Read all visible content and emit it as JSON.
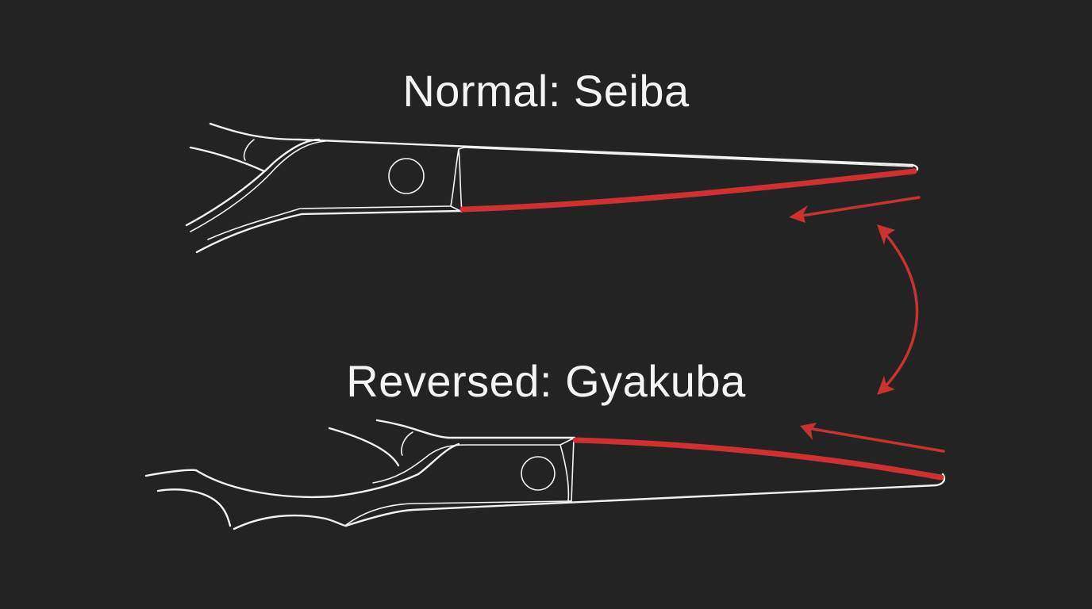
{
  "diagram": {
    "title_normal": "Normal: Seiba",
    "title_reversed": "Reversed: Gyakuba",
    "colors": {
      "background": "#232323",
      "outline": "#f2f2f2",
      "cutting_edge": "#d0302f",
      "arrow": "#c93230",
      "text": "#f4f4f4"
    },
    "elements": [
      {
        "id": "normal-scissor-blade",
        "label": "Normal: Seiba",
        "edge_position": "bottom",
        "arrow_direction": "left"
      },
      {
        "id": "reversed-scissor-blade",
        "label": "Reversed: Gyakuba",
        "edge_position": "top",
        "arrow_direction": "left"
      },
      {
        "id": "flip-arrow",
        "type": "double-headed curved arrow",
        "meaning": "flip between normal and reversed"
      }
    ]
  }
}
